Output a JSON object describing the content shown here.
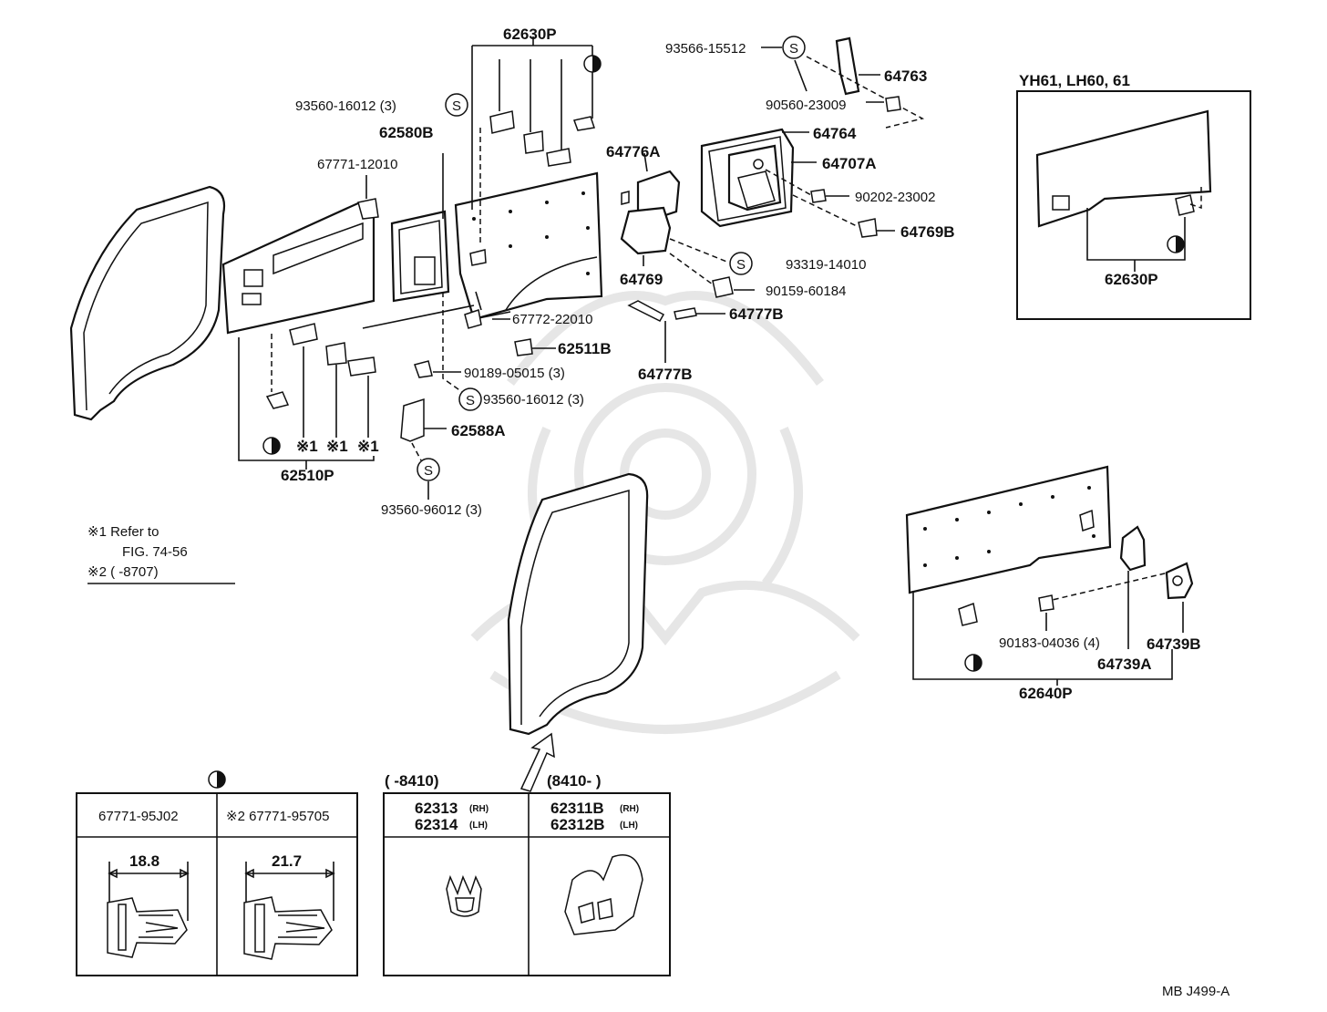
{
  "labels": {
    "l_62630P_top": "62630P",
    "l_93560_16012_top": "93560-16012 (3)",
    "l_62580B": "62580B",
    "l_67771_12010": "67771-12010",
    "l_62510P": "62510P",
    "l_67772_22010": "67772-22010",
    "l_62511B": "62511B",
    "l_90189_05015": "90189-05015 (3)",
    "l_93560_16012_mid": "93560-16012 (3)",
    "l_62588A": "62588A",
    "l_93560_96012": "93560-96012 (3)",
    "l_93566_15512": "93566-15512",
    "l_64763": "64763",
    "l_90560_23009": "90560-23009",
    "l_64764": "64764",
    "l_64707A": "64707A",
    "l_90202_23002": "90202-23002",
    "l_64769B": "64769B",
    "l_64776A": "64776A",
    "l_64769": "64769",
    "l_93319_14010": "93319-14010",
    "l_90159_60184": "90159-60184",
    "l_64777B_a": "64777B",
    "l_64777B_b": "64777B",
    "l_inset_title": "YH61, LH60, 61",
    "l_62630P_inset": "62630P",
    "l_90183_04036": "90183-04036 (4)",
    "l_64739A": "64739A",
    "l_64739B": "64739B",
    "l_62640P": "62640P",
    "l_note1a": "※1 Refer to",
    "l_note1b": "FIG. 74-56",
    "l_note2": "※2 (        -8707)",
    "l_mark1a": "※1",
    "l_mark1b": "※1",
    "l_mark1c": "※1",
    "l_range1": "(        -8410)",
    "l_range2": "(8410-          )",
    "l_t_c1": "67771-95J02",
    "l_t_c2": "※2 67771-95705",
    "l_t_c3a": "62313",
    "l_t_c3a_s": "(RH)",
    "l_t_c3b": "62314",
    "l_t_c3b_s": "(LH)",
    "l_t_c4a": "62311B",
    "l_t_c4a_s": "(RH)",
    "l_t_c4b": "62312B",
    "l_t_c4b_s": "(LH)",
    "l_dim1": "18.8",
    "l_dim2": "21.7",
    "l_sym_s1": "S",
    "l_sym_s2": "S",
    "l_sym_s3": "S",
    "l_sym_s4": "S",
    "l_sym_s5": "S",
    "l_ref": "MB  J499-A"
  }
}
